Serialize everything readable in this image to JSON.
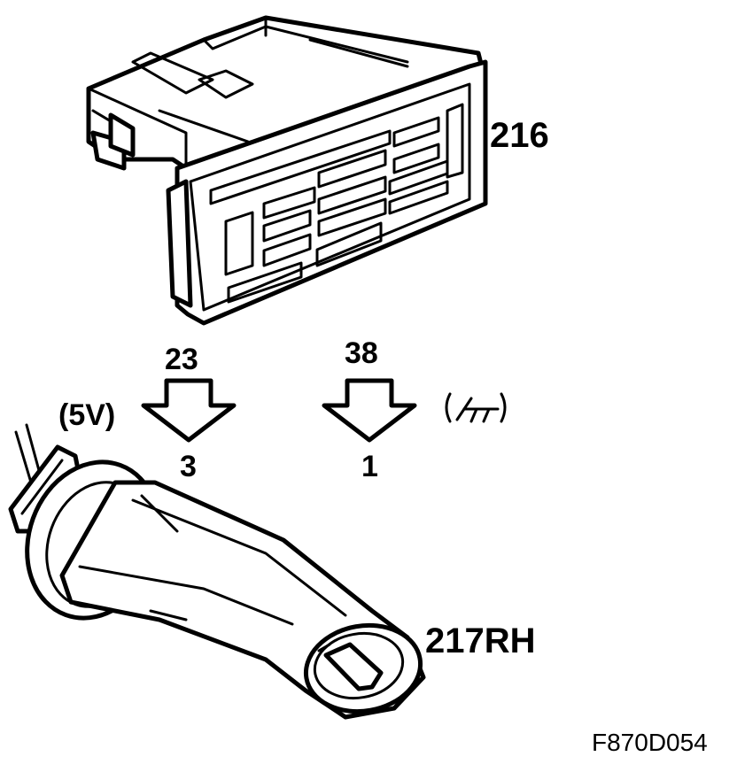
{
  "diagram": {
    "labels": {
      "control_unit": "216",
      "sensor": "217RH",
      "pin_left_top": "23",
      "pin_left_bottom": "3",
      "pin_right_top": "38",
      "pin_right_bottom": "1",
      "voltage": "(5V)",
      "figure_code": "F870D054"
    },
    "icons": {
      "left_arrow": "down-arrow-icon",
      "right_arrow": "down-arrow-icon",
      "ground": "ground-symbol-icon"
    }
  }
}
